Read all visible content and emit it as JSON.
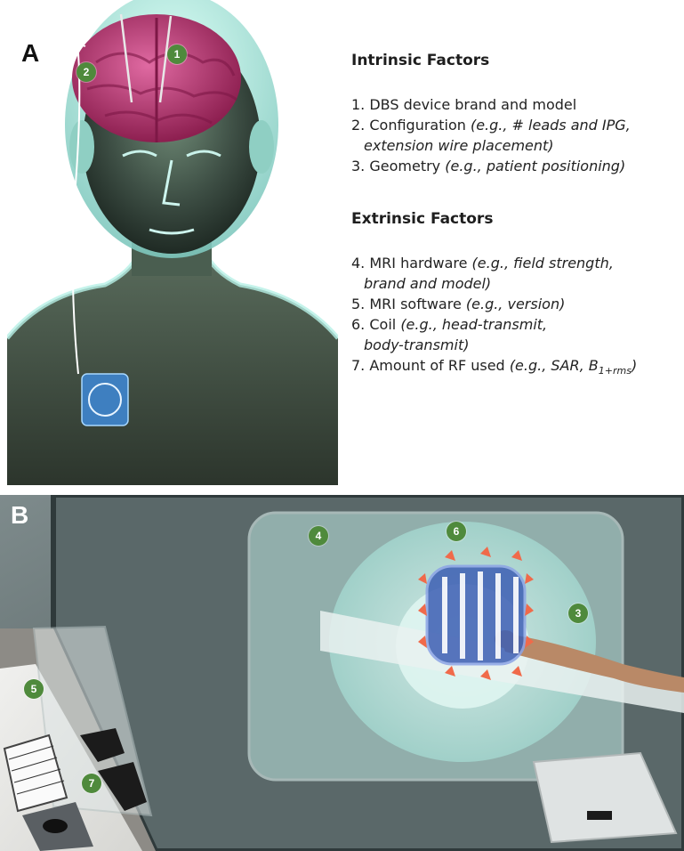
{
  "panels": {
    "a": {
      "letter": "A",
      "badges": [
        "1",
        "2"
      ]
    },
    "b": {
      "letter": "B",
      "badges": [
        "3",
        "4",
        "5",
        "6",
        "7"
      ]
    }
  },
  "intrinsic": {
    "heading": "Intrinsic Factors",
    "items": [
      {
        "num": "1.",
        "text": "DBS device brand and model",
        "italic": "",
        "cont": ""
      },
      {
        "num": "2.",
        "text": "Configuration",
        "italic": "(e.g., # leads and IPG,",
        "cont": "extension wire placement)"
      },
      {
        "num": "3.",
        "text": "Geometry",
        "italic": "(e.g., patient positioning)",
        "cont": ""
      }
    ]
  },
  "extrinsic": {
    "heading": "Extrinsic Factors",
    "items": [
      {
        "num": "4.",
        "text": "MRI hardware",
        "italic": "(e.g., field strength,",
        "cont": "brand and model)"
      },
      {
        "num": "5.",
        "text": "MRI software",
        "italic": "(e.g., version)",
        "cont": ""
      },
      {
        "num": "6.",
        "text": "Coil",
        "italic": "(e.g., head-transmit,",
        "cont": "body-transmit)"
      },
      {
        "num": "7.",
        "text": "Amount of RF used",
        "italic": "(e.g., SAR, B",
        "sub": "1+rms",
        "tail": ")",
        "cont": ""
      }
    ]
  },
  "colors": {
    "badge": "#4f8a3c",
    "brain": "#c23a78",
    "body_glow": "#9fe0d8",
    "room_wall": "#5f6d6e"
  }
}
